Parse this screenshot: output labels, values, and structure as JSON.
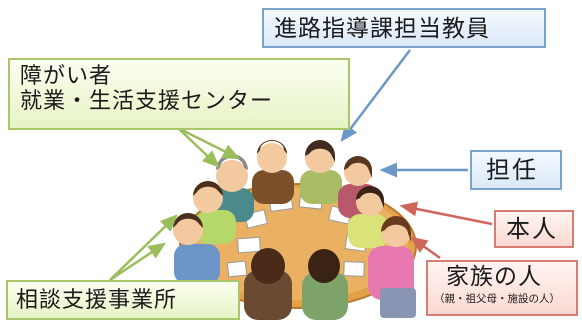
{
  "boxes": {
    "teacher": "進路指導課担当教員",
    "center_line1": "障がい者",
    "center_line2": "就業・生活支援センター",
    "homeroom": "担任",
    "self": "本人",
    "family": "家族の人",
    "family_note": "（親・祖父母・施設の人）",
    "consult": "相談支援事業所"
  },
  "colors": {
    "blue_arrow": "#7aa4cf",
    "green_arrow": "#a7c76a",
    "red_arrow": "#d77b73",
    "table": "#e3a24a"
  }
}
